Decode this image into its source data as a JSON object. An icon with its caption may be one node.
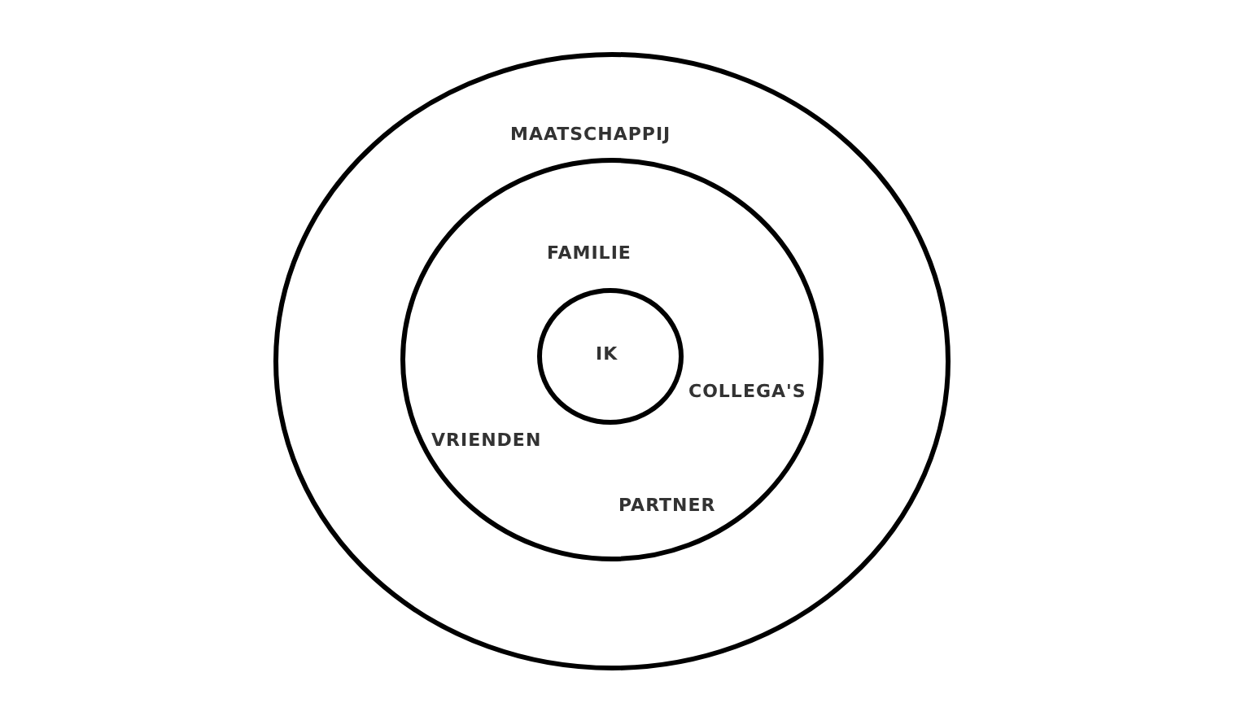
{
  "diagram": {
    "nodes": [
      {
        "text": [
          "MAATSCHAPPIJ"
        ]
      },
      {
        "text": [
          "FAMILIE",
          "COLLEGA'S",
          "VRIENDEN",
          "PARTNER"
        ],
        "in": 0
      },
      {
        "text": [
          "IK"
        ],
        "in": 1
      }
    ],
    "edges": []
  }
}
